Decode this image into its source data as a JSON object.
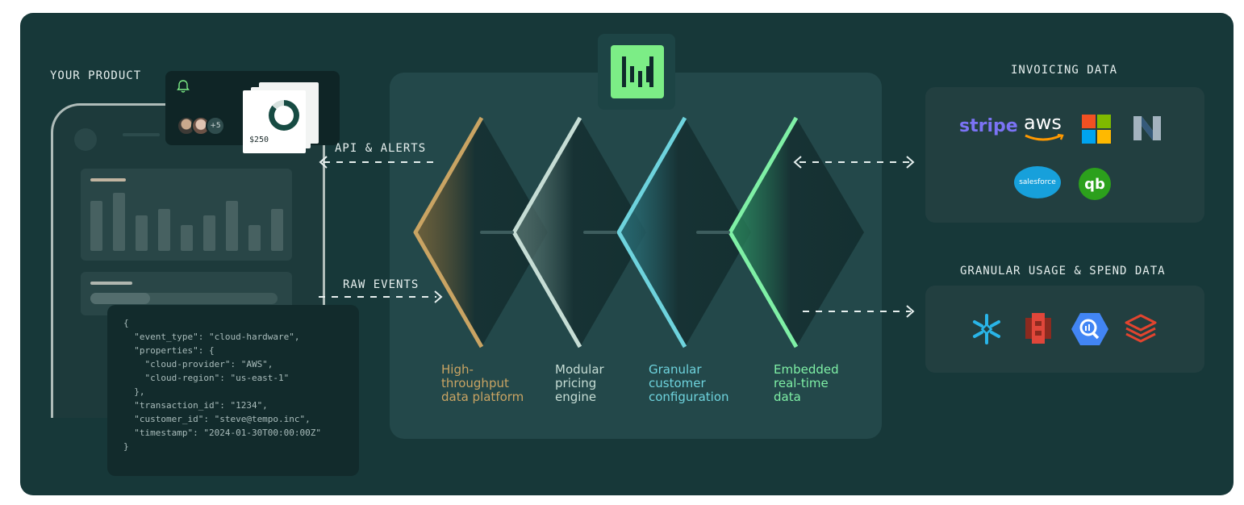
{
  "labels": {
    "your_product": "YOUR PRODUCT",
    "invoicing_data": "INVOICING DATA",
    "usage_data": "GRANULAR USAGE & SPEND DATA",
    "api_alerts": "API & ALERTS",
    "raw_events": "RAW EVENTS"
  },
  "notification": {
    "extra_count": "+5",
    "amount": "$250"
  },
  "code_sample": "{\n  \"event_type\": \"cloud-hardware\",\n  \"properties\": {\n    \"cloud-provider\": \"AWS\",\n    \"cloud-region\": \"us-east-1\"\n  },\n  \"transaction_id\": \"1234\",\n  \"customer_id\": \"steve@tempo.inc\",\n  \"timestamp\": \"2024-01-30T00:00:00Z\"\n}",
  "stages": [
    {
      "label": "High-\nthroughput\ndata platform",
      "color": "#c9a463"
    },
    {
      "label": "Modular\npricing\nengine",
      "color": "#c6ddd5"
    },
    {
      "label": "Granular\ncustomer\nconfiguration",
      "color": "#6ed3dd"
    },
    {
      "label": "Embedded\nreal-time\ndata",
      "color": "#7ff0a6"
    }
  ],
  "invoicing_logos": {
    "stripe": "stripe",
    "aws": "aws",
    "microsoft": "microsoft-icon",
    "netsuite": "netsuite-icon",
    "salesforce": "salesforce",
    "quickbooks": "quickbooks-icon"
  },
  "usage_logos": [
    "snowflake-icon",
    "redshift-icon",
    "bigquery-icon",
    "databricks-icon"
  ],
  "colors": {
    "background": "#173839",
    "panel": "#23484a",
    "brand_green": "#7ced86"
  }
}
